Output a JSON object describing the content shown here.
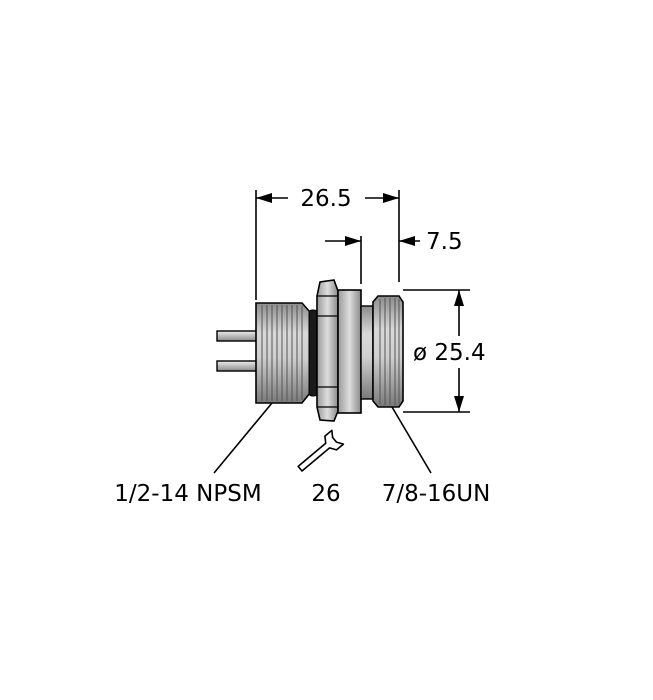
{
  "dimensions": {
    "overall_length": "26.5",
    "front_thread_length": "7.5",
    "diameter": "ø 25.4"
  },
  "labels": {
    "rear_thread": "1/2-14 NPSM",
    "wrench_size": "26",
    "front_thread": "7/8-16UN"
  },
  "icons": {
    "wrench": "wrench-icon"
  },
  "colors": {
    "line": "#000000",
    "body_light": "#c8c8c8",
    "body_mid": "#a8a8a8",
    "body_dark": "#6e6e6e",
    "o_ring": "#1a1a1a",
    "pin": "#b4b4b4"
  }
}
